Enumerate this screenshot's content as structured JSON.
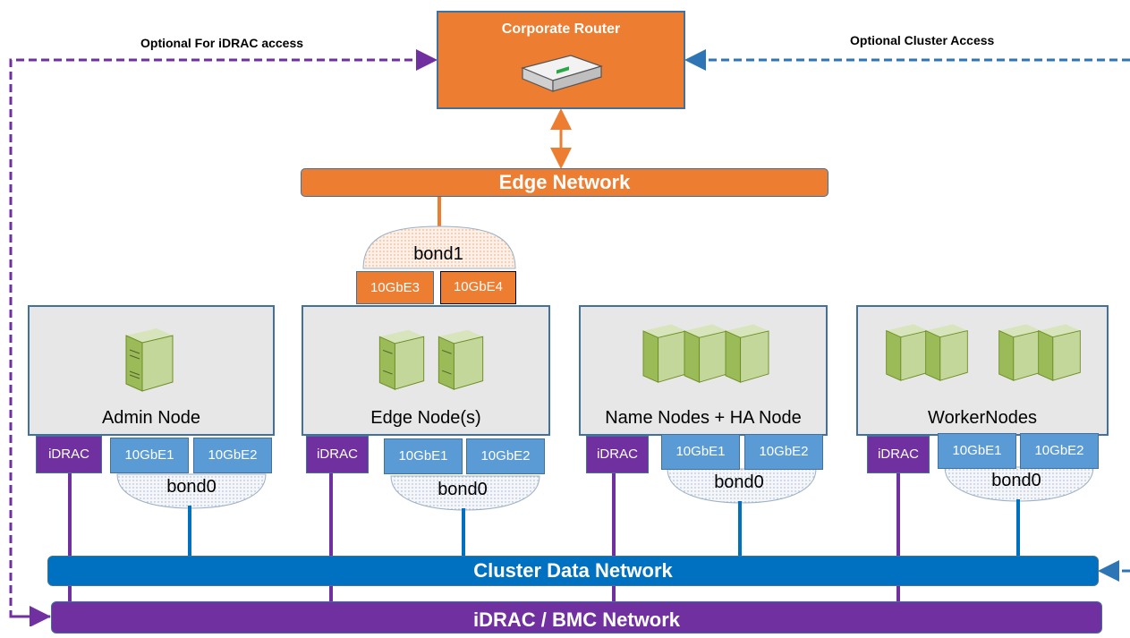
{
  "router": {
    "title": "Corporate Router",
    "icon": "router-icon"
  },
  "annotations": {
    "left": "Optional For iDRAC access",
    "right": "Optional Cluster Access"
  },
  "networks": {
    "edge": "Edge Network",
    "cluster": "Cluster Data Network",
    "idrac": "iDRAC / BMC Network"
  },
  "edge_bond": {
    "label": "bond1",
    "ports": [
      "10GbE3",
      "10GbE4"
    ]
  },
  "nodes": [
    {
      "label": "Admin Node",
      "idrac": "iDRAC",
      "ports": [
        "10GbE1",
        "10GbE2"
      ],
      "bond": "bond0",
      "servers": 1
    },
    {
      "label": "Edge Node(s)",
      "idrac": "iDRAC",
      "ports": [
        "10GbE1",
        "10GbE2"
      ],
      "bond": "bond0",
      "servers": 2
    },
    {
      "label": "Name Nodes + HA Node",
      "idrac": "iDRAC",
      "ports": [
        "10GbE1",
        "10GbE2"
      ],
      "bond": "bond0",
      "servers": 3
    },
    {
      "label": "WorkerNodes",
      "idrac": "iDRAC",
      "ports": [
        "10GbE1",
        "10GbE2"
      ],
      "bond": "bond0",
      "servers": 4
    }
  ],
  "colors": {
    "orange": "#ED7D31",
    "blue": "#0070C0",
    "purple": "#7030A0",
    "dashed_blue": "#2E75B6",
    "dashed_purple": "#7030A0"
  }
}
